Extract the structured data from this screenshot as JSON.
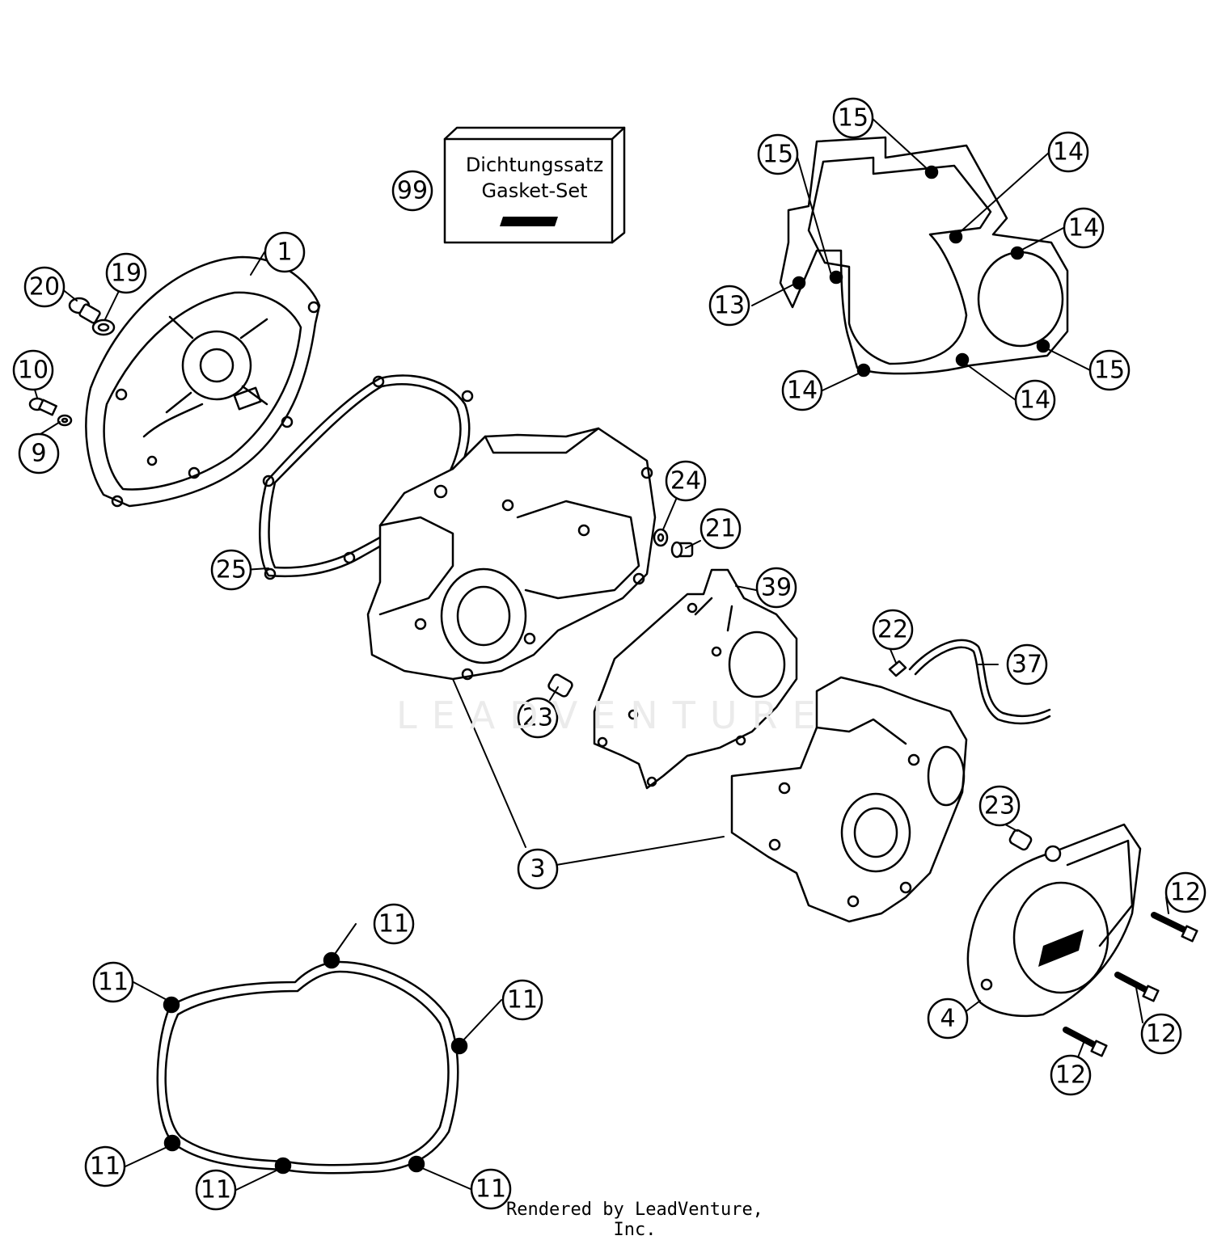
{
  "gasket_box": {
    "line1": "Dichtungssatz",
    "line2": "Gasket-Set"
  },
  "watermark": "LEADVENTURE",
  "footer": "Rendered by LeadVenture, Inc.",
  "callouts": [
    {
      "id": "c99",
      "label": "99"
    },
    {
      "id": "c1",
      "label": "1"
    },
    {
      "id": "c19",
      "label": "19"
    },
    {
      "id": "c20",
      "label": "20"
    },
    {
      "id": "c10",
      "label": "10"
    },
    {
      "id": "c9",
      "label": "9"
    },
    {
      "id": "c25",
      "label": "25"
    },
    {
      "id": "c24",
      "label": "24"
    },
    {
      "id": "c21",
      "label": "21"
    },
    {
      "id": "c39",
      "label": "39"
    },
    {
      "id": "c22",
      "label": "22"
    },
    {
      "id": "c37",
      "label": "37"
    },
    {
      "id": "c23a",
      "label": "23"
    },
    {
      "id": "c23b",
      "label": "23"
    },
    {
      "id": "c3",
      "label": "3"
    },
    {
      "id": "c4",
      "label": "4"
    },
    {
      "id": "c12a",
      "label": "12"
    },
    {
      "id": "c12b",
      "label": "12"
    },
    {
      "id": "c12c",
      "label": "12"
    },
    {
      "id": "c15a",
      "label": "15"
    },
    {
      "id": "c15b",
      "label": "15"
    },
    {
      "id": "c15c",
      "label": "15"
    },
    {
      "id": "c14a",
      "label": "14"
    },
    {
      "id": "c14b",
      "label": "14"
    },
    {
      "id": "c14c",
      "label": "14"
    },
    {
      "id": "c14d",
      "label": "14"
    },
    {
      "id": "c13",
      "label": "13"
    },
    {
      "id": "c11a",
      "label": "11"
    },
    {
      "id": "c11b",
      "label": "11"
    },
    {
      "id": "c11c",
      "label": "11"
    },
    {
      "id": "c11d",
      "label": "11"
    },
    {
      "id": "c11e",
      "label": "11"
    },
    {
      "id": "c11f",
      "label": "11"
    }
  ]
}
